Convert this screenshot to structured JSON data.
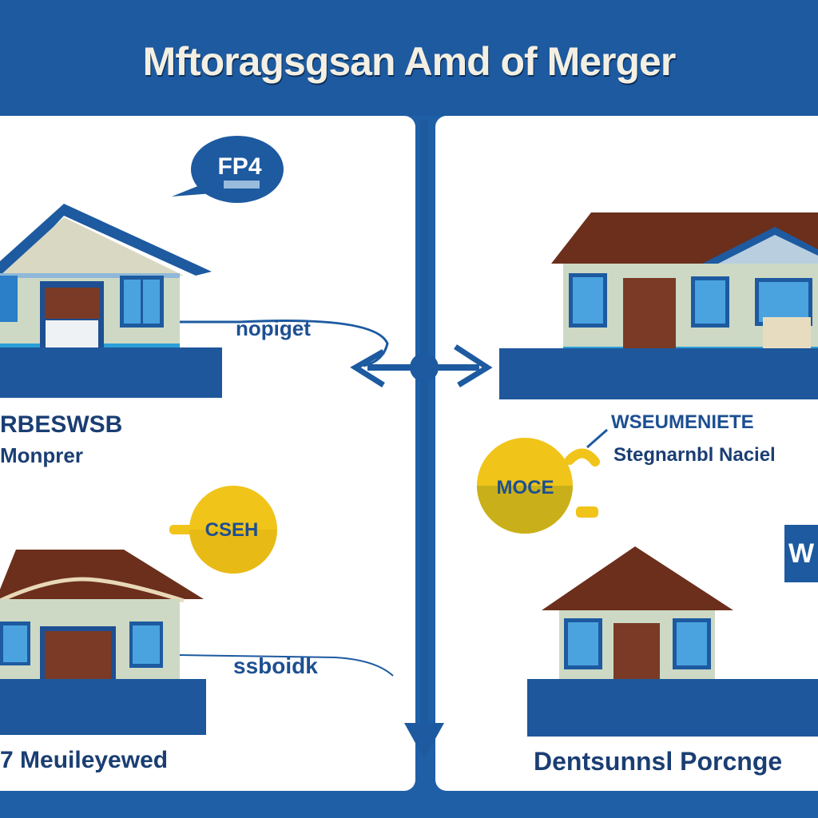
{
  "header": {
    "title": "Mftoragsgsan Amd of Merger"
  },
  "colors": {
    "brand_blue": "#1d5aa0",
    "roof_brown": "#6b2f1c",
    "coin_yellow": "#f0c419",
    "wall_green": "#cdd9c4",
    "light_blue": "#2b9fd8"
  },
  "labels": {
    "speech_bubble": "FP4",
    "top_left_connector": "nopiget",
    "top_left_caption_1": "RBESWSB",
    "top_left_caption_2": "Monprer",
    "coin_left": "CSEH",
    "bottom_left_connector": "ssboidk",
    "bottom_left_caption": "7 Meuileyewed",
    "coin_right": "MOCE",
    "top_right_caption_1": "WSEUMENIETE",
    "top_right_caption_2": "Stegnarnbl Naciel",
    "right_badge": "W",
    "bottom_right_caption": "Dentsunnsl Porcnge"
  }
}
